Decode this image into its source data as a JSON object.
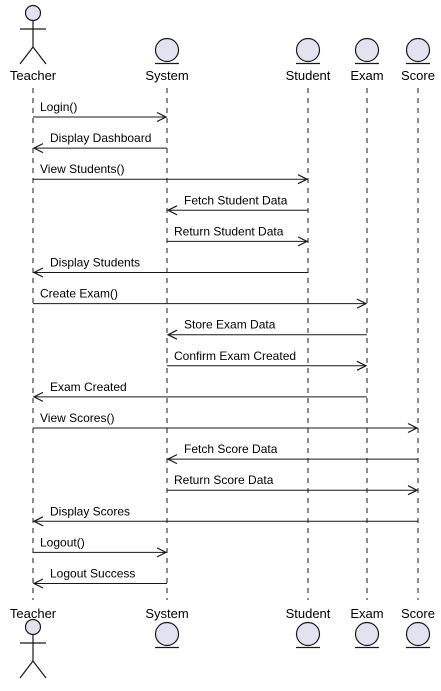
{
  "diagram": {
    "type": "sequence",
    "colors": {
      "actor_fill": "#E2E2F0",
      "actor_stroke": "#181818",
      "lifeline": "#181818",
      "message": "#181818",
      "text": "#000000"
    },
    "participants": [
      {
        "id": "teacher",
        "name": "Teacher",
        "kind": "actor"
      },
      {
        "id": "system",
        "name": "System",
        "kind": "entity"
      },
      {
        "id": "student",
        "name": "Student",
        "kind": "entity"
      },
      {
        "id": "exam",
        "name": "Exam",
        "kind": "entity"
      },
      {
        "id": "score",
        "name": "Score",
        "kind": "entity"
      }
    ],
    "messages": [
      {
        "from": "teacher",
        "to": "system",
        "label": "Login()"
      },
      {
        "from": "system",
        "to": "teacher",
        "label": "Display Dashboard"
      },
      {
        "from": "teacher",
        "to": "student",
        "label": "View Students()"
      },
      {
        "from": "student",
        "to": "system",
        "label": "Fetch Student Data"
      },
      {
        "from": "system",
        "to": "student",
        "label": "Return Student Data"
      },
      {
        "from": "student",
        "to": "teacher",
        "label": "Display Students"
      },
      {
        "from": "teacher",
        "to": "exam",
        "label": "Create Exam()"
      },
      {
        "from": "exam",
        "to": "system",
        "label": "Store Exam Data"
      },
      {
        "from": "system",
        "to": "exam",
        "label": "Confirm Exam Created"
      },
      {
        "from": "exam",
        "to": "teacher",
        "label": "Exam Created"
      },
      {
        "from": "teacher",
        "to": "score",
        "label": "View Scores()"
      },
      {
        "from": "score",
        "to": "system",
        "label": "Fetch Score Data"
      },
      {
        "from": "system",
        "to": "score",
        "label": "Return Score Data"
      },
      {
        "from": "score",
        "to": "teacher",
        "label": "Display Scores"
      },
      {
        "from": "teacher",
        "to": "system",
        "label": "Logout()"
      },
      {
        "from": "system",
        "to": "teacher",
        "label": "Logout Success"
      }
    ]
  }
}
